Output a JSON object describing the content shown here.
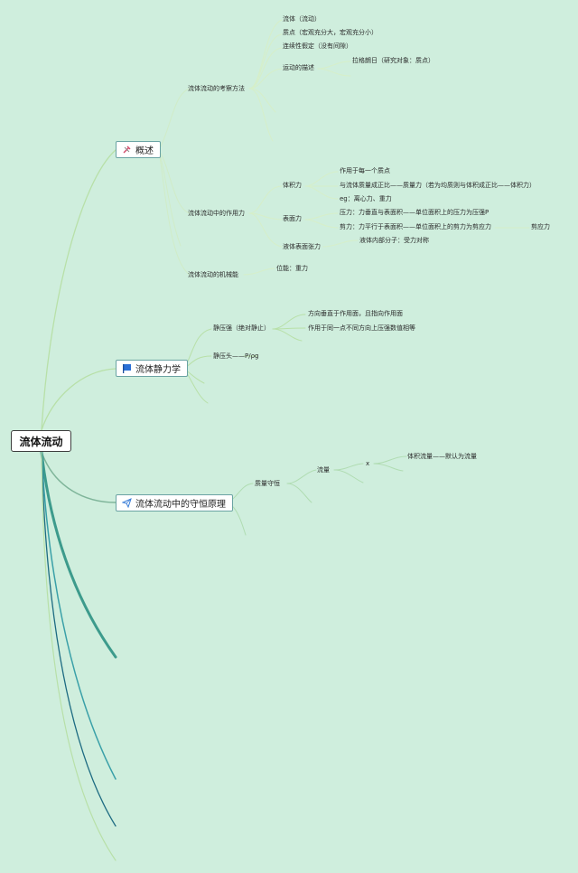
{
  "root": "流体流动",
  "topics": {
    "overview": "概述",
    "statics": "流体静力学",
    "conservation": "流体流动中的守恒原理"
  },
  "overview": {
    "methods": {
      "label": "流体流动的考察方法",
      "items": [
        "流体（流动）",
        "质点（宏观充分大，宏观充分小）",
        "连续性假定（没有间隙）",
        "运动的描述"
      ],
      "lagrange": "拉格朗日（研究对象：质点）"
    },
    "forces": {
      "label": "流体流动中的作用力",
      "volume_force": "体积力",
      "volume_items": [
        "作用于每一个质点",
        "与流体质量成正比——质量力（若为均质则与体积成正比——体积力）",
        "eg：离心力、重力"
      ],
      "surface_force": "表面力",
      "surface_items": [
        "压力：力垂直与表面积——单位面积上的压力为压强P",
        "剪力：力平行于表面积——单位面积上的剪力为剪应力"
      ],
      "shear_stress": "剪应力",
      "tension": "液体表面张力",
      "tension_item": "液体内部分子：受力对称"
    },
    "energy": {
      "label": "流体流动的机械能",
      "item": "位能：重力"
    }
  },
  "statics": {
    "pressure": "静压强（绝对静止）",
    "pressure_items": [
      "方向垂直于作用面，且指向作用面",
      "作用于同一点不同方向上压强数值相等"
    ],
    "head": "静压头——P/ρg"
  },
  "conservation": {
    "mass": "质量守恒",
    "flow": "流量",
    "x": "x",
    "volume_flow": "体积流量——默认为流量"
  }
}
